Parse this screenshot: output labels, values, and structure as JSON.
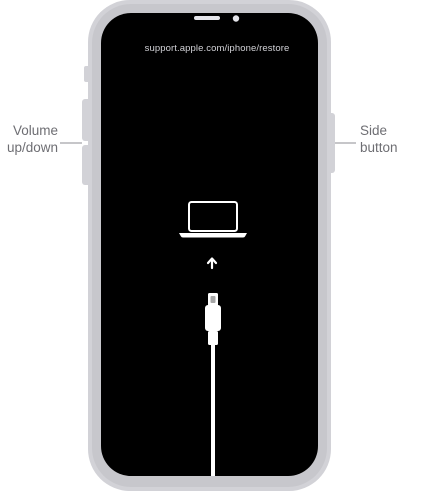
{
  "screen": {
    "url": "support.apple.com/iphone/restore"
  },
  "callouts": {
    "volume_line1": "Volume",
    "volume_line2": "up/down",
    "side_line1": "Side",
    "side_line2": "button"
  },
  "colors": {
    "phone_frame": "#d2d2d7",
    "screen": "#000000",
    "cable": "#ffffff",
    "callout_text": "#6e6e73"
  },
  "icons": [
    "laptop-icon",
    "arrow-up-icon",
    "lightning-cable-icon"
  ]
}
